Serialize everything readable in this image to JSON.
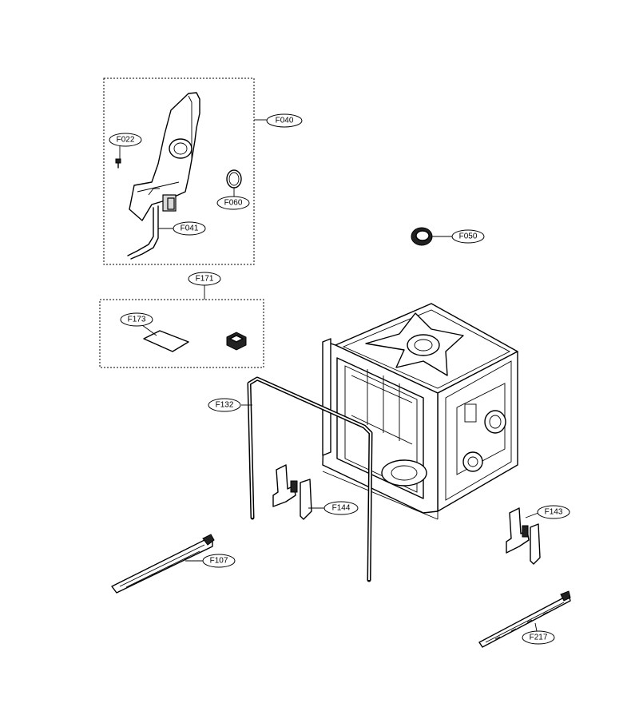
{
  "callouts": {
    "F040": "F040",
    "F022": "F022",
    "F060": "F060",
    "F041": "F041",
    "F050": "F050",
    "F171": "F171",
    "F173": "F173",
    "F132": "F132",
    "F144": "F144",
    "F143": "F143",
    "F107": "F107",
    "F217": "F217"
  }
}
